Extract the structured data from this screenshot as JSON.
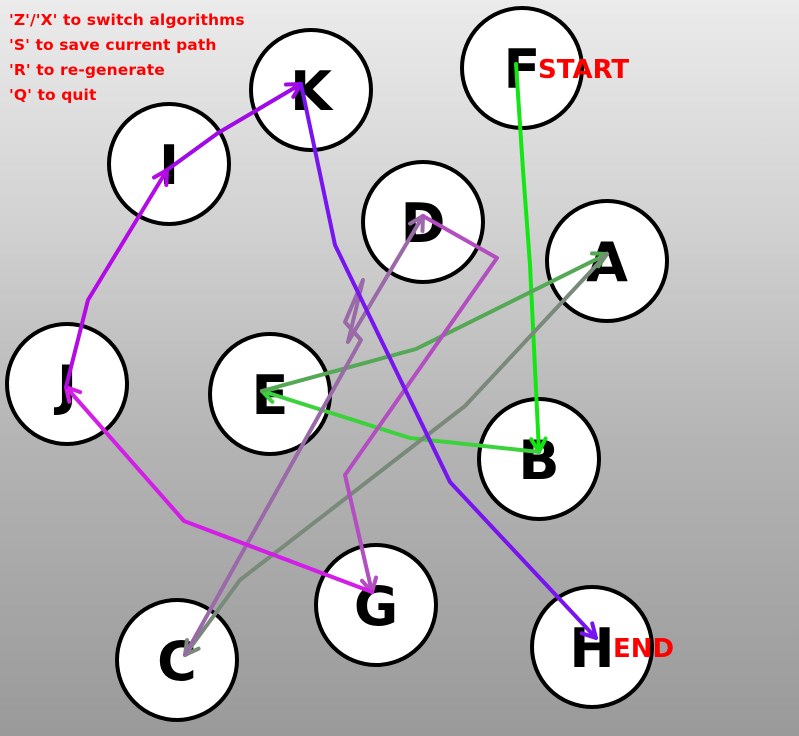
{
  "instructions": [
    "'Z'/'X' to switch algorithms",
    "'S' to save current path",
    "'R' to re-generate",
    "'Q' to quit"
  ],
  "text_color": "#ff0000",
  "start_label": "START",
  "end_label": "END",
  "start_node": "F",
  "end_node": "H",
  "nodes": [
    {
      "id": "A",
      "label": "A"
    },
    {
      "id": "B",
      "label": "B"
    },
    {
      "id": "C",
      "label": "C"
    },
    {
      "id": "D",
      "label": "D"
    },
    {
      "id": "E",
      "label": "E"
    },
    {
      "id": "F",
      "label": "F"
    },
    {
      "id": "G",
      "label": "G"
    },
    {
      "id": "H",
      "label": "H"
    },
    {
      "id": "I",
      "label": "I"
    },
    {
      "id": "J",
      "label": "J"
    },
    {
      "id": "K",
      "label": "K"
    }
  ],
  "path": [
    {
      "from": "F",
      "to": "B",
      "color": "#14e614"
    },
    {
      "from": "B",
      "to": "E",
      "color": "#3cd23c"
    },
    {
      "from": "E",
      "to": "A",
      "color": "#55a855"
    },
    {
      "from": "A",
      "to": "C",
      "color": "#7a8a7a"
    },
    {
      "from": "C",
      "to": "D",
      "color": "#9a6aa8"
    },
    {
      "from": "D",
      "to": "G",
      "color": "#b24ec0"
    },
    {
      "from": "G",
      "to": "J",
      "color": "#d21ee6"
    },
    {
      "from": "J",
      "to": "I",
      "color": "#b40ae6"
    },
    {
      "from": "I",
      "to": "K",
      "color": "#a00ae6"
    },
    {
      "from": "K",
      "to": "H",
      "color": "#7814f0"
    }
  ]
}
